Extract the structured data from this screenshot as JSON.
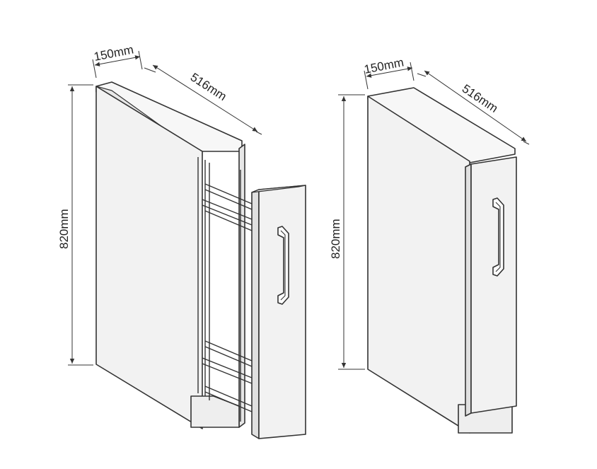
{
  "diagram": {
    "colors": {
      "line": "#333333",
      "panel": "#f1f1f1",
      "panel_dark": "#e4e4e4",
      "top": "#f6f6f6",
      "background": "#ffffff"
    },
    "left_cabinet": {
      "width_label": "150mm",
      "depth_label": "516mm",
      "height_label": "820mm"
    },
    "right_cabinet": {
      "width_label": "150mm",
      "depth_label": "516mm",
      "height_label": "820mm"
    }
  }
}
